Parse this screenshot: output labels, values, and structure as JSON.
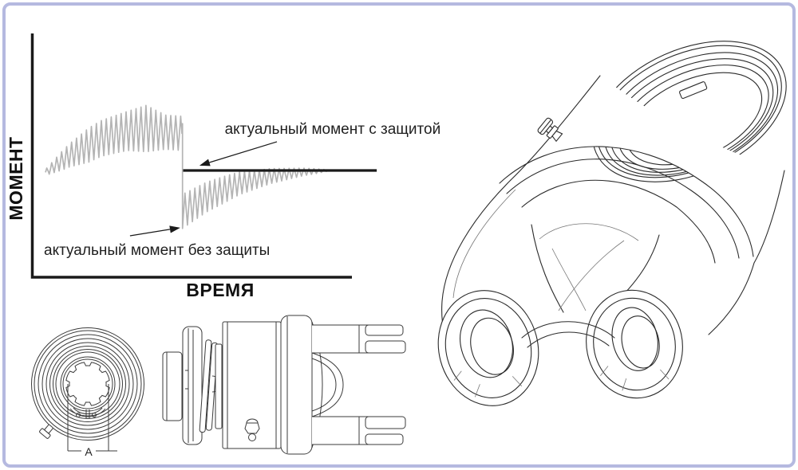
{
  "frame": {
    "background": "#ffffff",
    "border_color": "#b5b9e0"
  },
  "chart_data": {
    "type": "line",
    "title": "",
    "xlabel": "ВРЕМЯ",
    "ylabel": "МОМЕНТ",
    "x_range": [
      0,
      108
    ],
    "y_range": [
      0,
      100
    ],
    "grid": false,
    "legend": false,
    "axis_color": "#1a1a1a",
    "series": [
      {
        "name": "актуальный момент без защиты",
        "color": "#b4b4b4",
        "width": 1.7,
        "segments": [
          {
            "kind": "oscillation",
            "x_start": 4.5,
            "x_end": 47.3,
            "period": 1.55,
            "phase": 0,
            "mean": [
              [
                4.5,
                43
              ],
              [
                12,
                50
              ],
              [
                22,
                57
              ],
              [
                30,
                60
              ],
              [
                36,
                61
              ],
              [
                42,
                59.5
              ],
              [
                47.3,
                59
              ]
            ],
            "amp": [
              [
                4.5,
                1.2
              ],
              [
                10,
                4
              ],
              [
                18,
                7
              ],
              [
                30,
                8
              ],
              [
                36,
                9.5
              ],
              [
                42,
                7
              ],
              [
                47.3,
                7
              ]
            ]
          },
          {
            "kind": "drop",
            "x": 47.3,
            "y_from": 63,
            "y_to": 22
          },
          {
            "kind": "oscillation",
            "x_start": 47.3,
            "x_end": 93,
            "period": 1.55,
            "phase": -1.5708,
            "mean": [
              [
                47.3,
                27
              ],
              [
                55,
                33
              ],
              [
                65,
                38.5
              ],
              [
                75,
                41.5
              ],
              [
                85,
                43.2
              ],
              [
                93,
                43.8
              ]
            ],
            "amp": [
              [
                47.3,
                7
              ],
              [
                60,
                5.5
              ],
              [
                72,
                3.5
              ],
              [
                82,
                2
              ],
              [
                89,
                1
              ],
              [
                93,
                0.2
              ]
            ]
          }
        ]
      },
      {
        "name": "актуальный момент с защитой",
        "color": "#1a1a1a",
        "width": 3.2,
        "points": [
          [
            47.5,
            43.8
          ],
          [
            108,
            43.8
          ]
        ]
      }
    ],
    "annotations": [
      {
        "id": "with-protection",
        "text": "актуальный момент с защитой",
        "text_pos": [
          60.5,
          58.8
        ],
        "anchor": "start",
        "arrow_from": [
          76.8,
          55.6
        ],
        "arrow_to": [
          52.6,
          45.8
        ]
      },
      {
        "id": "without-protection",
        "text": "актуальный момент без защиты",
        "text_pos": [
          4,
          9.1
        ],
        "anchor": "start",
        "arrow_from": [
          30.9,
          17.0
        ],
        "arrow_to": [
          46.6,
          20.3
        ]
      }
    ]
  },
  "drawings": {
    "dimension_label": "A"
  }
}
